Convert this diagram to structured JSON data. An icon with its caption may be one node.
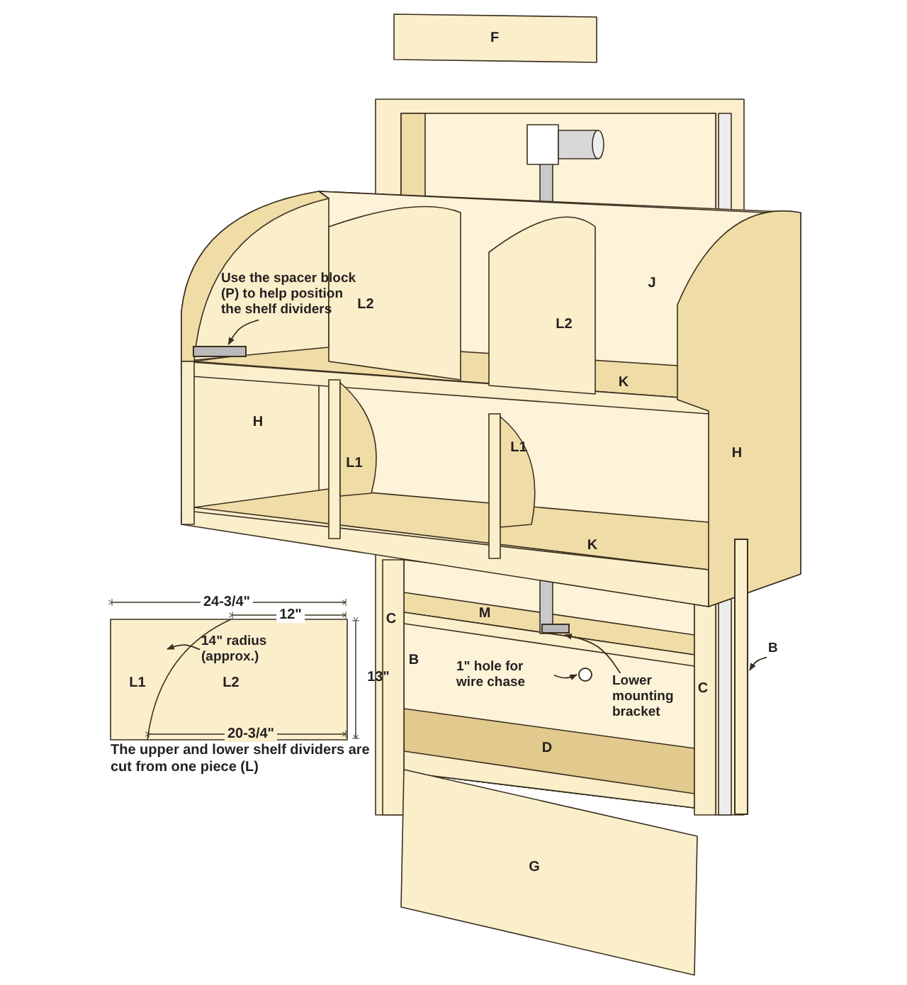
{
  "diagram": {
    "nodes": [
      {
        "text": [
          "Use the spacer block (P) to help position the shelf dividers"
        ]
      },
      {
        "text": [],
        "shape": "box"
      },
      {
        "text": [
          "1\" hole for wire chase"
        ]
      },
      {
        "text": [],
        "shape": "circle"
      },
      {
        "text": [
          "Lower mounting bracket"
        ]
      },
      {
        "text": [],
        "shape": "box"
      },
      {
        "text": [
          "B"
        ]
      },
      {
        "text": [],
        "shape": "bar"
      },
      {
        "text": [
          "14\" radius (approx.)"
        ]
      }
    ],
    "edges": [
      {
        "from": 0,
        "to": 1,
        "arrow": "to"
      },
      {
        "from": 2,
        "to": 3,
        "arrow": "to"
      },
      {
        "from": 4,
        "to": 5,
        "arrow": "to"
      },
      {
        "from": 6,
        "to": 7,
        "arrow": "to"
      },
      {
        "from": 8,
        "to": null,
        "arrow": "to"
      }
    ],
    "labels": [
      "F",
      "J",
      "L2",
      "L2",
      "K",
      "H",
      "L1",
      "L1",
      "H",
      "K",
      "C",
      "M",
      "B",
      "C",
      "D",
      "G",
      "24-3/4\"",
      "12\"",
      "13\"",
      "L1",
      "L2",
      "20-3/4\"",
      "The upper and lower shelf dividers are cut from one piece (L)"
    ]
  }
}
